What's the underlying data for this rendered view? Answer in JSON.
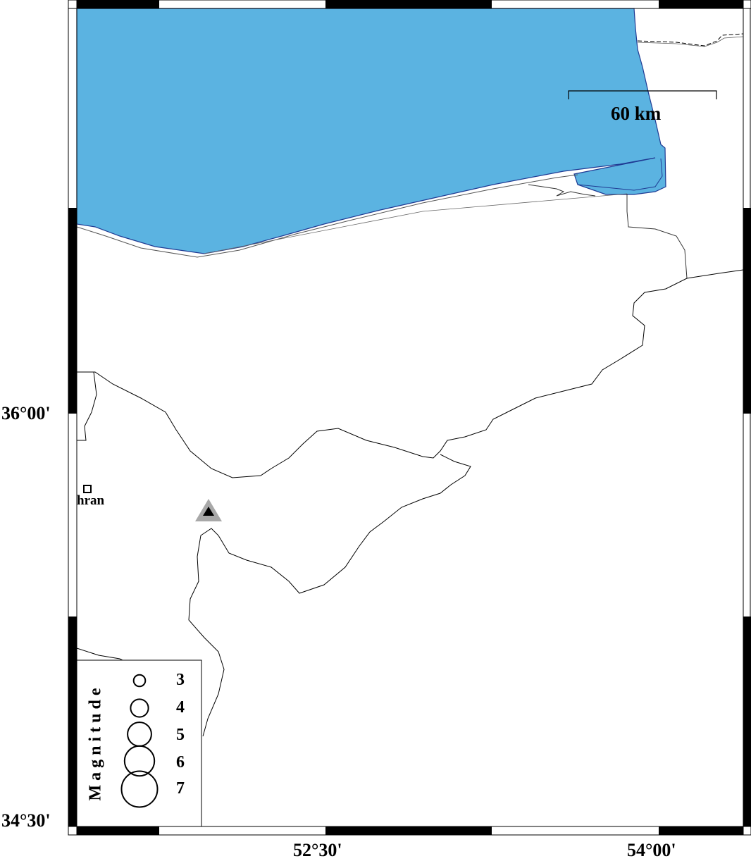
{
  "map": {
    "lat_ticks": [
      {
        "label": "36°00'"
      },
      {
        "label": "34°30'"
      }
    ],
    "lon_ticks": [
      {
        "label": "52°30'"
      },
      {
        "label": "54°00'"
      }
    ],
    "scale_bar": {
      "label": "60 km"
    },
    "city": {
      "label": "hran"
    },
    "sea_color": "#5bb3e1",
    "coast_color": "#1f3a93",
    "marker_color": "#a8a8a8",
    "legend": {
      "title": "Magnitude",
      "items": [
        {
          "label": "3",
          "value": 3
        },
        {
          "label": "4",
          "value": 4
        },
        {
          "label": "5",
          "value": 5
        },
        {
          "label": "6",
          "value": 6
        },
        {
          "label": "7",
          "value": 7
        }
      ]
    }
  }
}
